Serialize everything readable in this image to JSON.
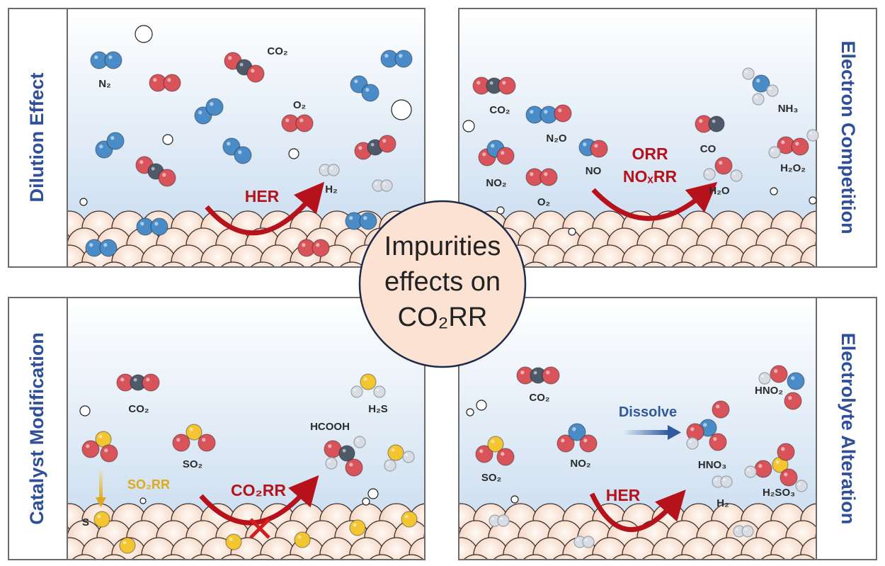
{
  "center": {
    "line1": "Impurities",
    "line2": "effects on",
    "line3": "CO₂RR"
  },
  "panels": {
    "dilution": {
      "title": "Dilution Effect",
      "reaction": "HER",
      "labels": {
        "n2": "N₂",
        "co2": "CO₂",
        "o2": "O₂",
        "h2": "H₂"
      }
    },
    "electron": {
      "title": "Electron Competition",
      "reaction_1": "ORR",
      "reaction_2": "NOₓRR",
      "labels": {
        "co2": "CO₂",
        "n2o": "N₂O",
        "nh3": "NH₃",
        "no2": "NO₂",
        "no": "NO",
        "o2": "O₂",
        "co": "CO",
        "h2o2": "H₂O₂",
        "h2o": "H₂O"
      }
    },
    "catalyst": {
      "title": "Catalyst Modification",
      "reaction": "CO₂RR",
      "side_reaction": "SO₂RR",
      "labels": {
        "co2": "CO₂",
        "h2s": "H₂S",
        "so2": "SO₂",
        "hcooh": "HCOOH",
        "s": "S"
      }
    },
    "electrolyte": {
      "title": "Electrolyte Alteration",
      "reaction": "HER",
      "process": "Dissolve",
      "labels": {
        "co2": "CO₂",
        "so2": "SO₂",
        "no2": "NO₂",
        "hno3": "HNO₃",
        "hno2": "HNO₂",
        "h2so3": "H₂SO₃",
        "h2": "H₂"
      }
    }
  },
  "colors": {
    "oxygen": "#d9545a",
    "nitrogen": "#4a8cc8",
    "carbon": "#4e5a6a",
    "hydrogen": "#d9dde3",
    "sulfur": "#f2c531",
    "title": "#2f4f9a",
    "reaction": "#b5121b",
    "so2rr": "#e0a81c",
    "dissolve": "#2f5a9e"
  }
}
